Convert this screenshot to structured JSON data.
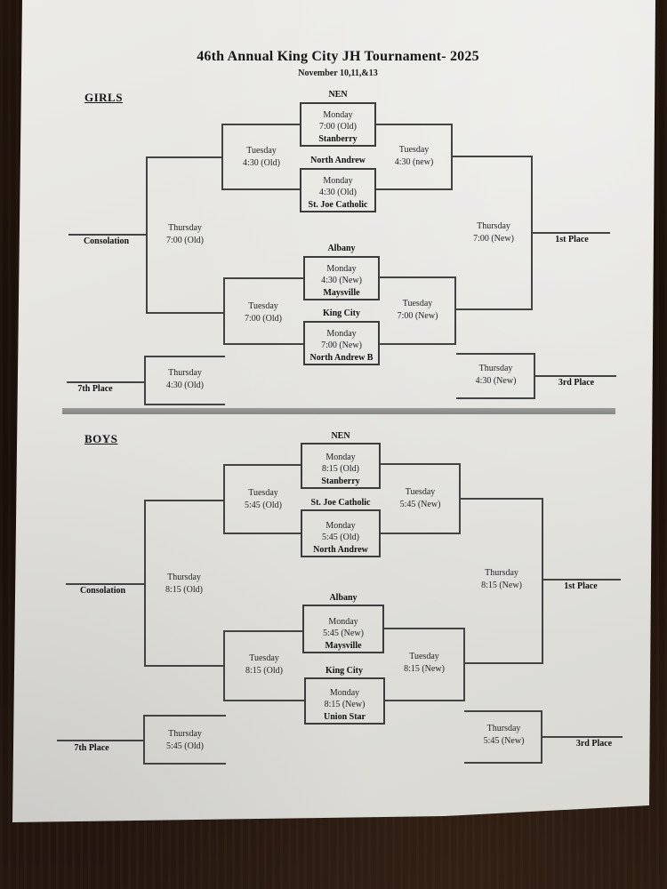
{
  "photo": {
    "background_color": "#1d120b",
    "paper_color": "#e3e2de",
    "line_color": "#434343",
    "divider_color": "#8f8f8d"
  },
  "header": {
    "title": "46th Annual King City JH Tournament- 2025",
    "dates": "November 10,11,&13"
  },
  "brackets": {
    "girls": {
      "section_label": "GIRLS",
      "games": [
        {
          "team_top": "NEN",
          "day": "Monday",
          "time": "7:00 (Old)",
          "team_bottom": "Stanberry"
        },
        {
          "team_top": "North Andrew",
          "day": "Monday",
          "time": "4:30 (Old)",
          "team_bottom": "St. Joe Catholic"
        },
        {
          "team_top": "Albany",
          "day": "Monday",
          "time": "4:30 (New)",
          "team_bottom": "Maysville"
        },
        {
          "team_top": "King City",
          "day": "Monday",
          "time": "7:00 (New)",
          "team_bottom": "North Andrew B"
        }
      ],
      "slots": {
        "semi_left_top": {
          "day": "Tuesday",
          "time": "4:30 (Old)"
        },
        "semi_left_bottom": {
          "day": "Tuesday",
          "time": "7:00 (Old)"
        },
        "semi_right_top": {
          "day": "Tuesday",
          "time": "4:30 (new)"
        },
        "semi_right_bottom": {
          "day": "Tuesday",
          "time": "7:00 (New)"
        },
        "consolation_final": {
          "day": "Thursday",
          "time": "7:00 (Old)"
        },
        "championship": {
          "day": "Thursday",
          "time": "7:00 (New)"
        },
        "seventh_place": {
          "day": "Thursday",
          "time": "4:30 (Old)"
        },
        "third_place": {
          "day": "Thursday",
          "time": "4:30 (New)"
        }
      },
      "placements": {
        "consolation": "Consolation",
        "first": "1st Place",
        "seventh": "7th Place",
        "third": "3rd Place"
      }
    },
    "boys": {
      "section_label": "BOYS",
      "games": [
        {
          "team_top": "NEN",
          "day": "Monday",
          "time": "8:15 (Old)",
          "team_bottom": "Stanberry"
        },
        {
          "team_top": "St. Joe Catholic",
          "day": "Monday",
          "time": "5:45 (Old)",
          "team_bottom": "North Andrew"
        },
        {
          "team_top": "Albany",
          "day": "Monday",
          "time": "5:45 (New)",
          "team_bottom": "Maysville"
        },
        {
          "team_top": "King City",
          "day": "Monday",
          "time": "8:15 (New)",
          "team_bottom": "Union Star"
        }
      ],
      "slots": {
        "semi_left_top": {
          "day": "Tuesday",
          "time": "5:45 (Old)"
        },
        "semi_left_bottom": {
          "day": "Tuesday",
          "time": "8:15 (Old)"
        },
        "semi_right_top": {
          "day": "Tuesday",
          "time": "5:45 (New)"
        },
        "semi_right_bottom": {
          "day": "Tuesday",
          "time": "8:15 (New)"
        },
        "consolation_final": {
          "day": "Thursday",
          "time": "8:15 (Old)"
        },
        "championship": {
          "day": "Thursday",
          "time": "8:15 (New)"
        },
        "seventh_place": {
          "day": "Thursday",
          "time": "5:45 (Old)"
        },
        "third_place": {
          "day": "Thursday",
          "time": "5:45 (New)"
        }
      },
      "placements": {
        "consolation": "Consolation",
        "first": "1st Place",
        "seventh": "7th Place",
        "third": "3rd Place"
      }
    }
  }
}
